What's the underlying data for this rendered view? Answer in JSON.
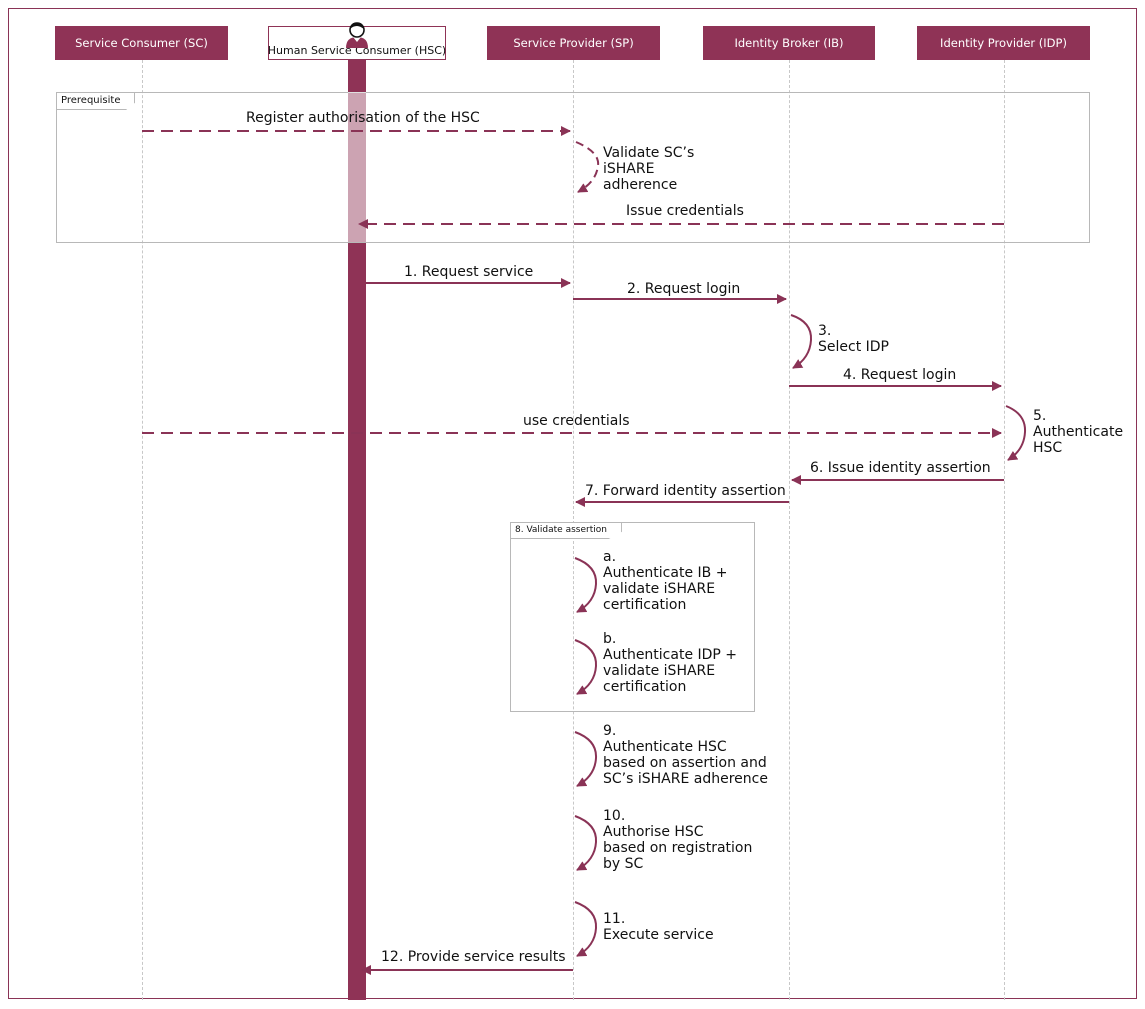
{
  "actors": {
    "sc": "Service Consumer (SC)",
    "hsc": "Human Service Consumer (HSC)",
    "sp": "Service Provider (SP)",
    "ib": "Identity Broker (IB)",
    "idp": "Identity Provider (IDP)"
  },
  "fragments": {
    "prerequisite": "Prerequisite",
    "validate_assertion": "8. Validate assertion"
  },
  "messages": {
    "register": "Register authorisation of the HSC",
    "issue_credentials": "Issue credentials",
    "m1": "1. Request service",
    "m2": "2. Request login",
    "m4": "4. Request login",
    "use_credentials": "use credentials",
    "m6": "6. Issue identity assertion",
    "m7": "7. Forward identity assertion",
    "m12": "12. Provide service results"
  },
  "notes": {
    "validate_sc": "Validate SC’s\niSHARE\nadherence",
    "n3": "3.\nSelect IDP",
    "n5": "5.\nAuthenticate\nHSC",
    "na": "a.\nAuthenticate IB +\nvalidate iSHARE\ncertification",
    "nb": "b.\nAuthenticate IDP +\nvalidate iSHARE\ncertification",
    "n9": "9.\nAuthenticate HSC\nbased on assertion and\nSC’s iSHARE adherence",
    "n10": "10.\nAuthorise HSC\nbased on registration\nby SC",
    "n11": "11.\nExecute service"
  },
  "colors": {
    "accent": "#8f3356",
    "arrow": "#8a3356"
  },
  "icons": {
    "hsc": "person-icon"
  }
}
